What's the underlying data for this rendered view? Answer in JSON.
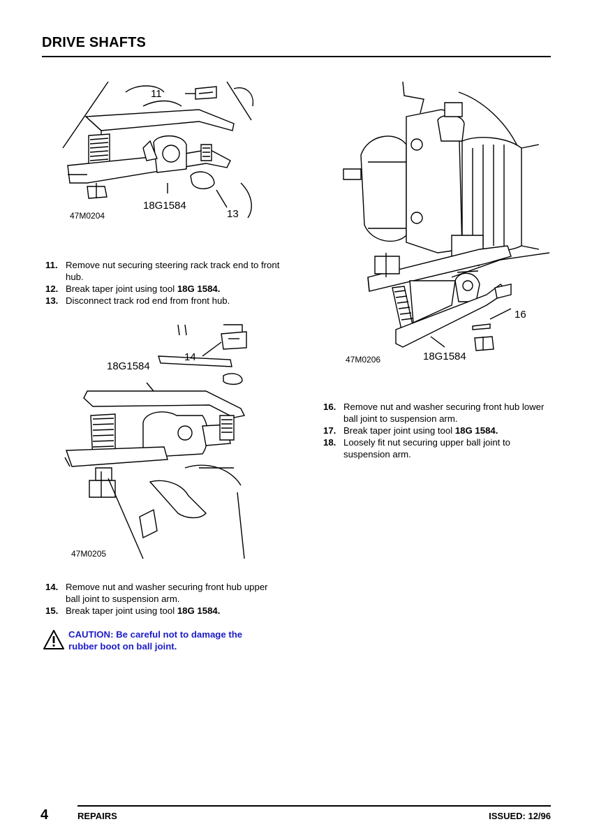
{
  "header": {
    "title": "DRIVE SHAFTS"
  },
  "figures": [
    {
      "ref": "47M0204",
      "callouts": [
        "11",
        "18G1584",
        "13"
      ]
    },
    {
      "ref": "47M0205",
      "callouts": [
        "14",
        "18G1584"
      ]
    },
    {
      "ref": "47M0206",
      "callouts": [
        "16",
        "18G1584"
      ]
    }
  ],
  "steps_a": [
    {
      "num": "11.",
      "text": "Remove nut securing steering rack track end to front hub."
    },
    {
      "num": "12.",
      "text": "Break taper joint using tool ",
      "bold": "18G 1584."
    },
    {
      "num": "13.",
      "text": "Disconnect track rod end from front hub."
    }
  ],
  "steps_b": [
    {
      "num": "14.",
      "text": "Remove nut and washer securing front hub upper ball joint to suspension arm."
    },
    {
      "num": "15.",
      "text": "Break taper joint using tool ",
      "bold": "18G 1584."
    }
  ],
  "caution": {
    "text": "CAUTION: Be careful not to damage the rubber boot on ball joint."
  },
  "steps_c": [
    {
      "num": "16.",
      "text": "Remove nut and washer securing front hub lower ball joint to suspension arm."
    },
    {
      "num": "17.",
      "text": "Break taper joint using tool ",
      "bold": "18G 1584."
    },
    {
      "num": "18.",
      "text": "Loosely fit nut securing upper ball joint to suspension arm."
    }
  ],
  "footer": {
    "page": "4",
    "section": "REPAIRS",
    "issued": "ISSUED: 12/96"
  },
  "colors": {
    "caution": "#1c1cc8",
    "text": "#000000"
  },
  "icons": [
    "caution-triangle-icon"
  ]
}
